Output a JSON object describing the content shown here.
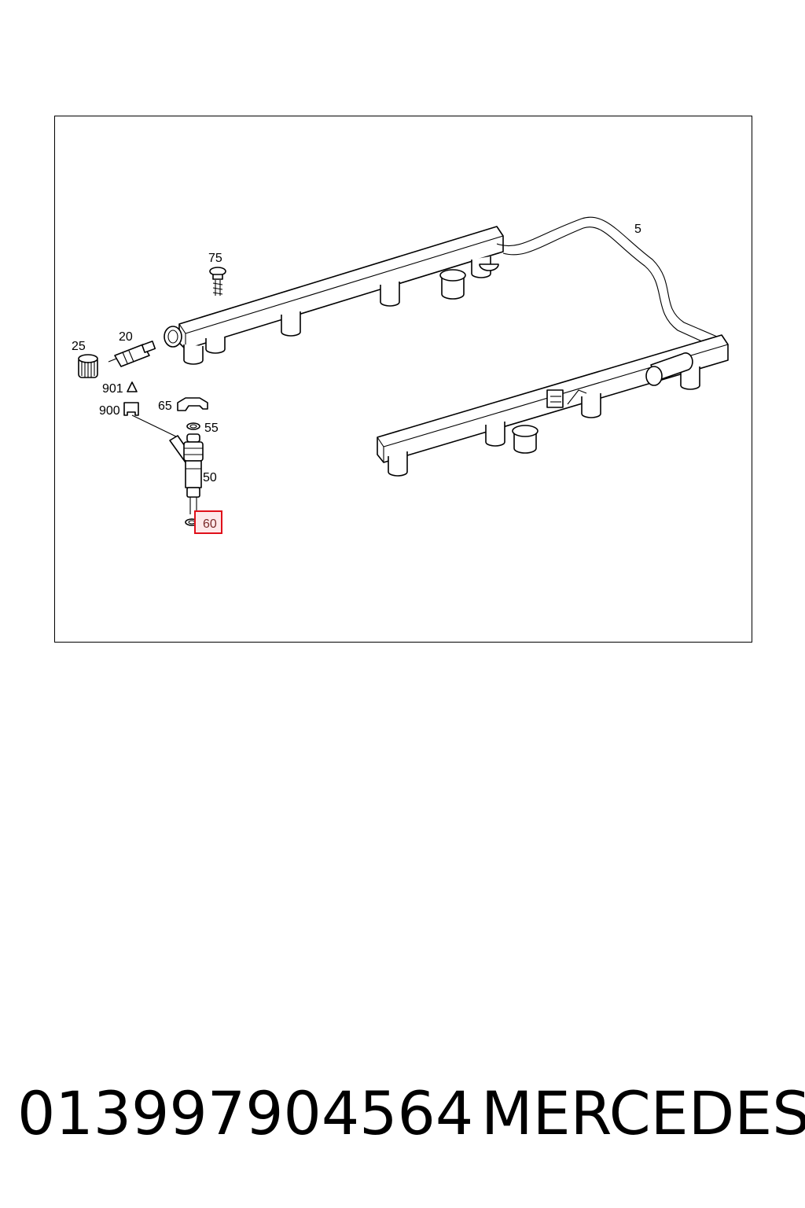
{
  "diagram": {
    "labels": {
      "p5": "5",
      "p75": "75",
      "p25": "25",
      "p20": "20",
      "p901": "901",
      "p900": "900",
      "p65": "65",
      "p55": "55",
      "p50": "50",
      "p60": "60"
    },
    "highlight_color": "#e0101a",
    "highlighted_part": "60"
  },
  "footer": {
    "part_number": "01399790456​4",
    "brand": "MERCEDES"
  }
}
